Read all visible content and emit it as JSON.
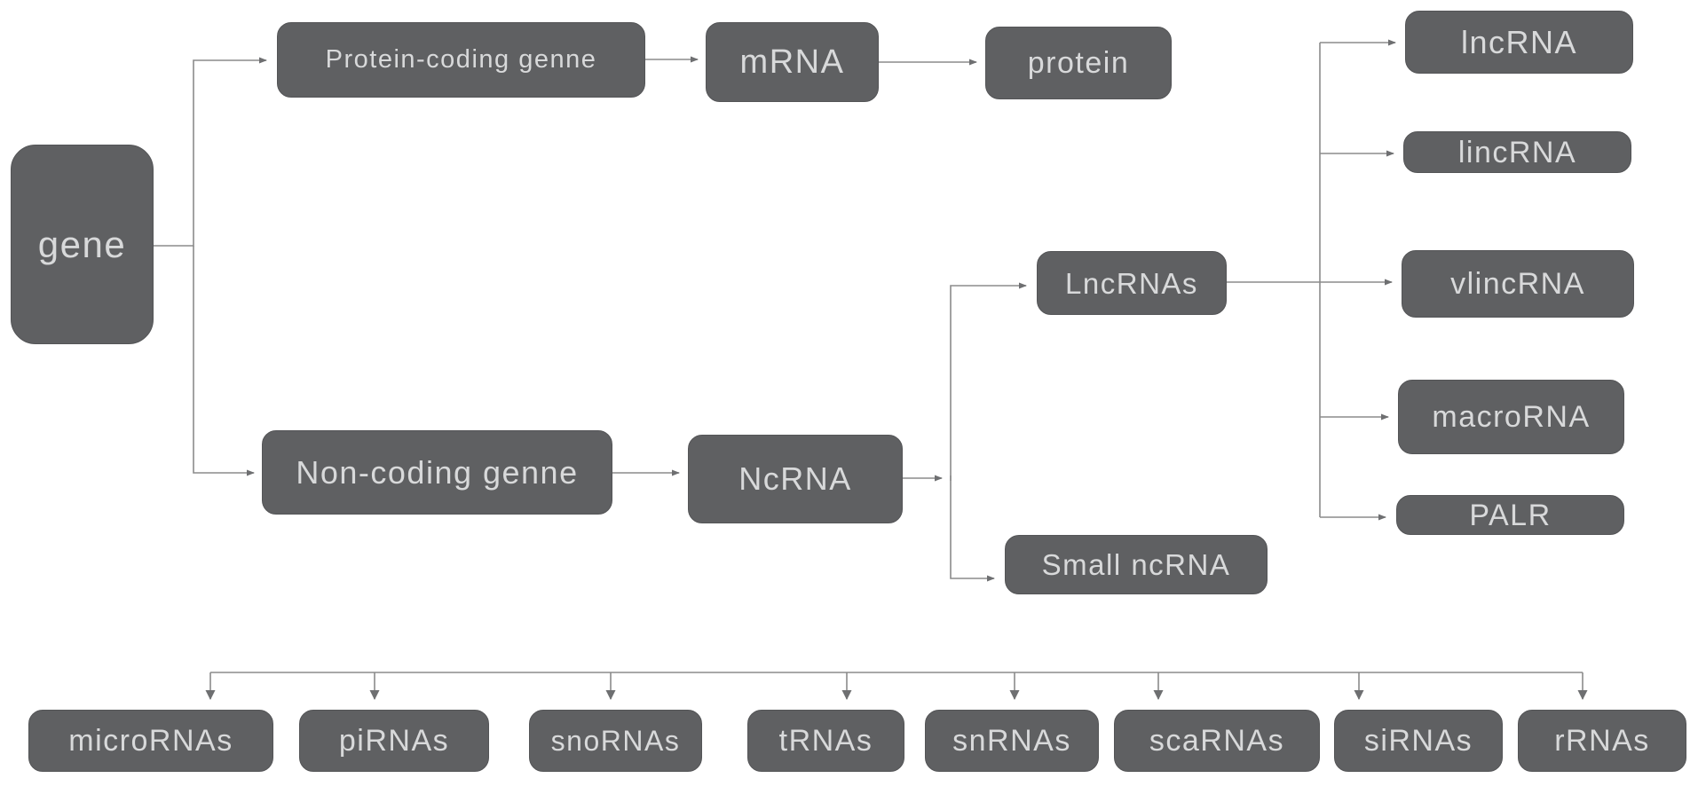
{
  "diagram": {
    "background": "#ffffff",
    "colors": {
      "background": "#ffffff",
      "node_fill": "#5f6062",
      "node_border": "#545557",
      "node_text": "#d8d9da",
      "line": "#8b8b8b",
      "arrow": "#6e6f71"
    },
    "nodes": {
      "gene": {
        "label": "gene"
      },
      "protein_coding": {
        "label": "Protein-coding genne"
      },
      "mrna": {
        "label": "mRNA"
      },
      "protein": {
        "label": "protein"
      },
      "non_coding": {
        "label": "Non-coding genne"
      },
      "ncrna": {
        "label": "NcRNA"
      },
      "lncrnas": {
        "label": "LncRNAs"
      },
      "small_ncrna": {
        "label": "Small ncRNA"
      },
      "lncrna": {
        "label": "lncRNA"
      },
      "lincrna": {
        "label": "lincRNA"
      },
      "vlincrna": {
        "label": "vlincRNA"
      },
      "macrorna": {
        "label": "macroRNA"
      },
      "palr": {
        "label": "PALR"
      },
      "micrornas": {
        "label": "microRNAs"
      },
      "pirnas": {
        "label": "piRNAs"
      },
      "snornas": {
        "label": "snoRNAs"
      },
      "trnas": {
        "label": "tRNAs"
      },
      "snrnas": {
        "label": "snRNAs"
      },
      "scarnas": {
        "label": "scaRNAs"
      },
      "sirnas": {
        "label": "siRNAs"
      },
      "rrnas": {
        "label": "rRNAs"
      }
    },
    "edges": [
      {
        "from": "gene",
        "to": "Protein-coding genne"
      },
      {
        "from": "gene",
        "to": "Non-coding genne"
      },
      {
        "from": "Protein-coding genne",
        "to": "mRNA"
      },
      {
        "from": "mRNA",
        "to": "protein"
      },
      {
        "from": "Non-coding genne",
        "to": "NcRNA"
      },
      {
        "from": "NcRNA",
        "to": "LncRNAs"
      },
      {
        "from": "NcRNA",
        "to": "Small ncRNA"
      },
      {
        "from": "LncRNAs",
        "to": "lncRNA"
      },
      {
        "from": "LncRNAs",
        "to": "lincRNA"
      },
      {
        "from": "LncRNAs",
        "to": "vlincRNA"
      },
      {
        "from": "LncRNAs",
        "to": "macroRNA"
      },
      {
        "from": "LncRNAs",
        "to": "PALR"
      },
      {
        "from": "Small ncRNA",
        "to": "microRNAs"
      },
      {
        "from": "Small ncRNA",
        "to": "piRNAs"
      },
      {
        "from": "Small ncRNA",
        "to": "snoRNAs"
      },
      {
        "from": "Small ncRNA",
        "to": "tRNAs"
      },
      {
        "from": "Small ncRNA",
        "to": "snRNAs"
      },
      {
        "from": "Small ncRNA",
        "to": "scaRNAs"
      },
      {
        "from": "Small ncRNA",
        "to": "siRNAs"
      },
      {
        "from": "Small ncRNA",
        "to": "rRNAs"
      }
    ]
  }
}
